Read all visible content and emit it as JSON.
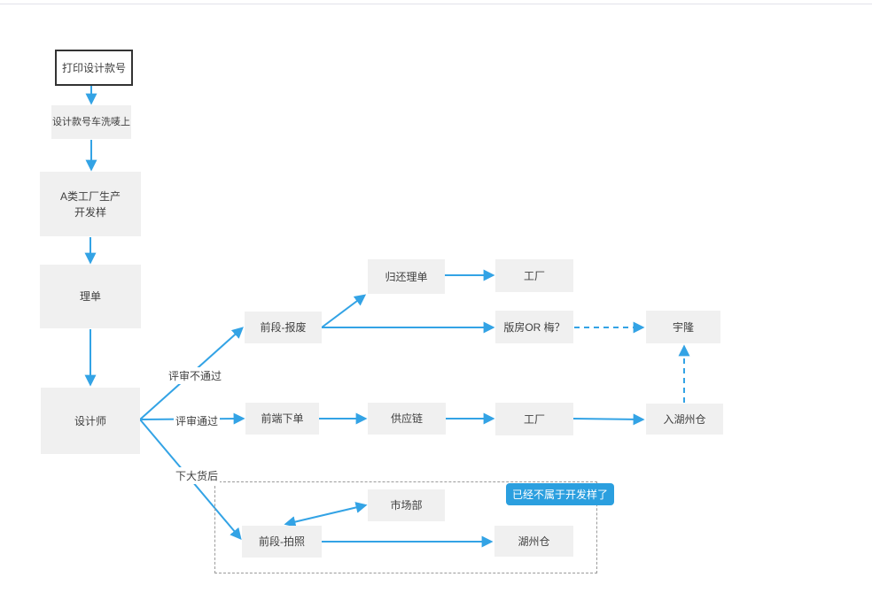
{
  "diagram": {
    "nodes": [
      {
        "id": "print-design-number",
        "label": "打印设计款号"
      },
      {
        "id": "wash-label-number",
        "label": "设计款号车洗唛上"
      },
      {
        "id": "factory-a-sample",
        "label": "A类工厂生产\n开发样"
      },
      {
        "id": "li-dan",
        "label": "理单"
      },
      {
        "id": "designer",
        "label": "设计师"
      },
      {
        "id": "front-scrap",
        "label": "前段-报废"
      },
      {
        "id": "return-li-dan",
        "label": "归还理单"
      },
      {
        "id": "factory-top",
        "label": "工厂"
      },
      {
        "id": "pattern-room-or-mei",
        "label": "版房OR 梅？"
      },
      {
        "id": "yu-long",
        "label": "宇隆"
      },
      {
        "id": "front-order",
        "label": "前端下单"
      },
      {
        "id": "supply-chain",
        "label": "供应链"
      },
      {
        "id": "factory-mid",
        "label": "工厂"
      },
      {
        "id": "into-huzhou-warehouse",
        "label": "入湖州仓"
      },
      {
        "id": "front-photo",
        "label": "前段-拍照"
      },
      {
        "id": "market-dept",
        "label": "市场部"
      },
      {
        "id": "huzhou-warehouse",
        "label": "湖州仓"
      }
    ],
    "edge_labels": [
      {
        "id": "review-fail",
        "label": "评审不通过"
      },
      {
        "id": "review-pass",
        "label": "评审通过"
      },
      {
        "id": "after-bulk-order",
        "label": "下大货后"
      }
    ],
    "badge": {
      "label": "已经不属于开发样了",
      "bg": "#2b9fdf"
    },
    "colors": {
      "arrow": "#33a3e5",
      "node_bg": "#f0f0f0",
      "node_text": "#3f3f3f",
      "outlined_border": "#333333",
      "dashed_group_border": "#9b9b9b",
      "top_rule": "#e2e2ea"
    }
  }
}
